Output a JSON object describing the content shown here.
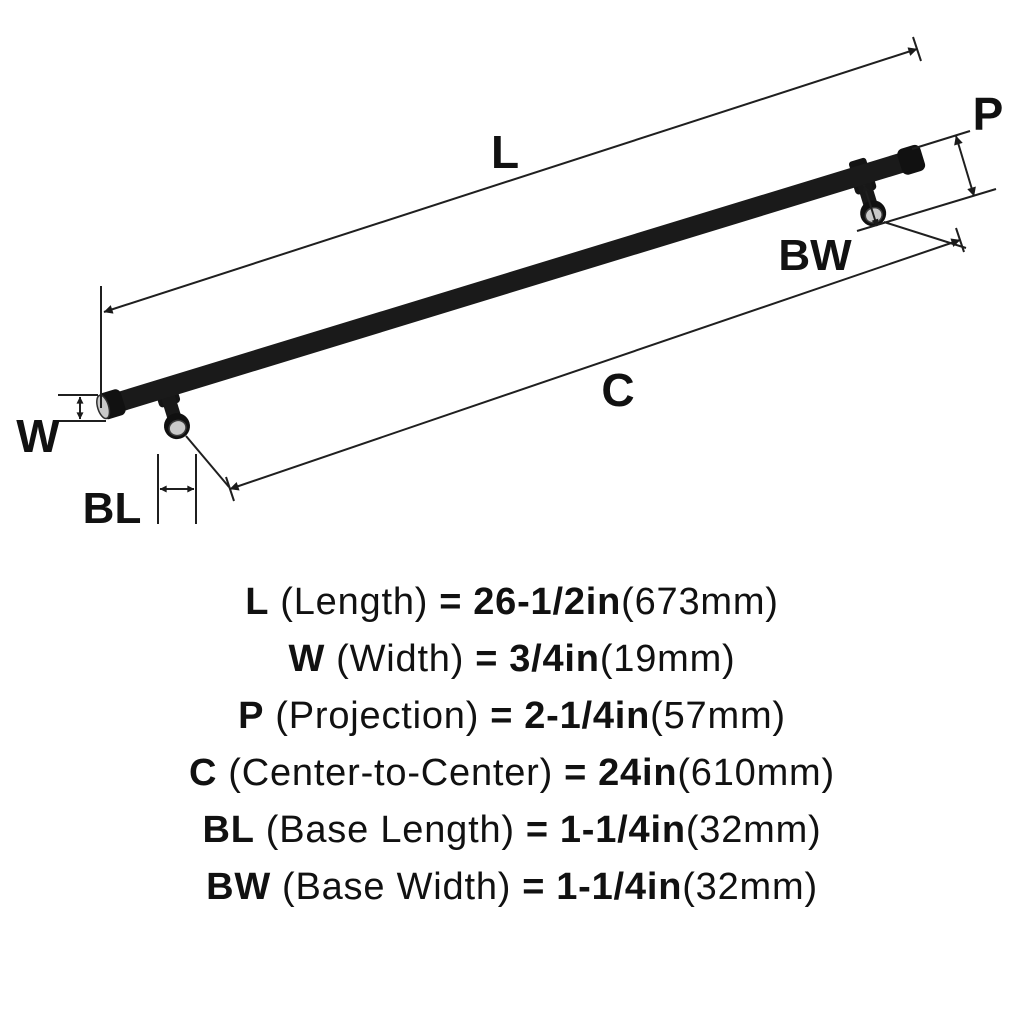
{
  "colors": {
    "ink": "#1a1a1a",
    "handle_dark": "#151515",
    "cap_face_gray": "#c9c9c9",
    "background": "#ffffff"
  },
  "diagram": {
    "labels": {
      "length": "L",
      "width": "W",
      "projection": "P",
      "center": "C",
      "base_length": "BL",
      "base_width": "BW"
    }
  },
  "spec_rows": [
    {
      "abbr": "L",
      "name": "(Length)",
      "equals": "=",
      "imperial": "26-1/2in",
      "metric": "(673mm)"
    },
    {
      "abbr": "W",
      "name": "(Width)",
      "equals": "=",
      "imperial": "3/4in",
      "metric": "(19mm)"
    },
    {
      "abbr": "P",
      "name": "(Projection)",
      "equals": "=",
      "imperial": "2-1/4in",
      "metric": "(57mm)"
    },
    {
      "abbr": "C",
      "name": "(Center-to-Center)",
      "equals": "=",
      "imperial": "24in",
      "metric": "(610mm)"
    },
    {
      "abbr": "BL",
      "name": "(Base Length)",
      "equals": "=",
      "imperial": "1-1/4in",
      "metric": "(32mm)"
    },
    {
      "abbr": "BW",
      "name": "(Base Width)",
      "equals": "=",
      "imperial": "1-1/4in",
      "metric": "(32mm)"
    }
  ]
}
